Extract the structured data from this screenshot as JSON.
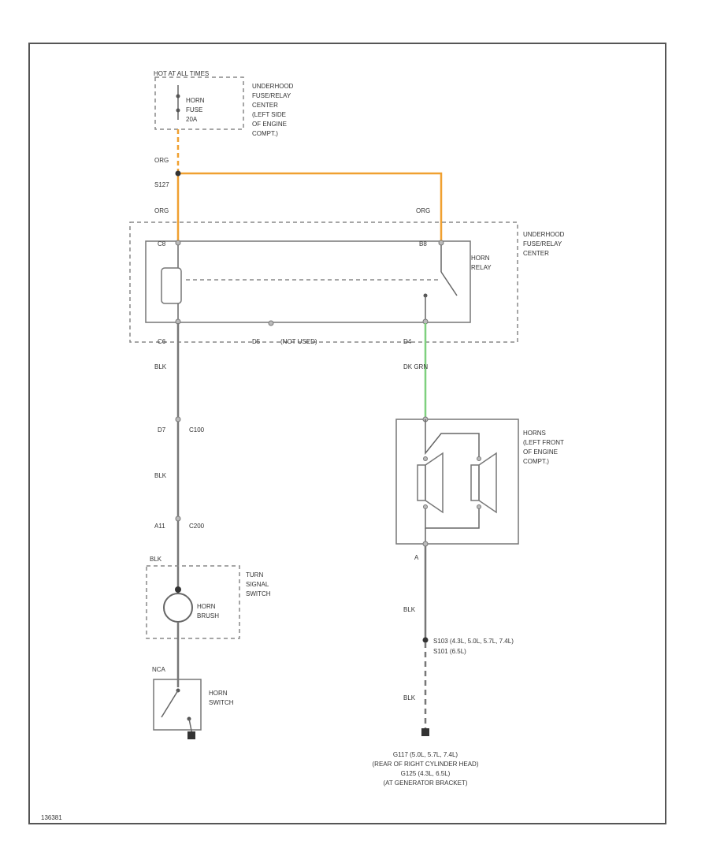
{
  "colors": {
    "orange_wire": "#f0a030",
    "green_wire": "#7ed07e",
    "wire": "#777777",
    "border": "#555555"
  },
  "fuse_block": {
    "hot": "HOT AT ALL TIMES",
    "fuse_name": "HORN",
    "fuse_sub": "FUSE",
    "fuse_rating": "20A",
    "label": [
      "UNDERHOOD",
      "FUSE/RELAY",
      "CENTER",
      "(LEFT SIDE",
      "OF ENGINE",
      "COMPT.)"
    ]
  },
  "wire_labels": {
    "org_top": "ORG",
    "splice": "S127",
    "org_left": "ORG",
    "org_right": "ORG",
    "blk_1": "BLK",
    "blk_2": "BLK",
    "blk_3": "BLK",
    "dk_grn": "DK GRN",
    "blk_horn": "BLK",
    "blk_ground": "BLK"
  },
  "relay": {
    "label": [
      "UNDERHOOD",
      "FUSE/RELAY",
      "CENTER"
    ],
    "relay_name": [
      "HORN",
      "RELAY"
    ],
    "pin_c8": "C8",
    "pin_b8": "B8",
    "pin_c6": "C6",
    "pin_d5": "D5",
    "not_used": "(NOT USED)",
    "pin_d4": "D4"
  },
  "connectors": {
    "c100_pin": "D7",
    "c100_name": "C100",
    "c200_pin": "A11",
    "c200_name": "C200"
  },
  "turn_signal": {
    "blk": "BLK",
    "label": [
      "TURN",
      "SIGNAL",
      "SWITCH"
    ],
    "brush": [
      "HORN",
      "BRUSH"
    ]
  },
  "horn_switch": {
    "nca": "NCA",
    "label": [
      "HORN",
      "SWITCH"
    ]
  },
  "horns": {
    "label": [
      "HORNS",
      "(LEFT FRONT",
      "OF ENGINE",
      "COMPT.)"
    ],
    "pin_a": "A"
  },
  "ground": {
    "s103": "S103  (4.3L, 5.0L, 5.7L, 7.4L)",
    "s101": "S101  (6.5L)",
    "g1": "G117 (5.0L, 5.7L, 7.4L)",
    "g2": "(REAR OF RIGHT CYLINDER HEAD)",
    "g3": "G125 (4.3L, 6.5L)",
    "g4": "(AT GENERATOR BRACKET)"
  },
  "figure_id": "136381"
}
